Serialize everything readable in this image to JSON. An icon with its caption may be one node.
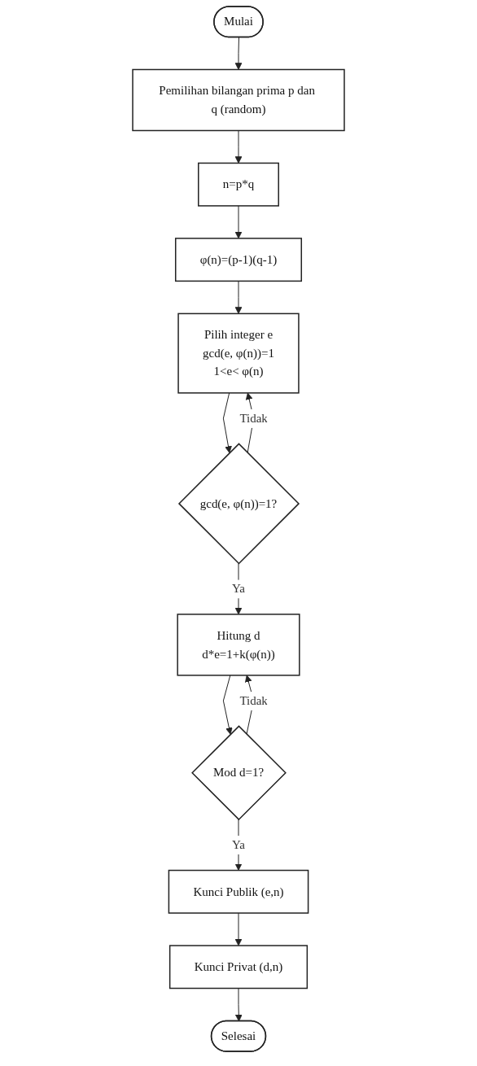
{
  "diagram": {
    "nodes": [
      {
        "text": [
          "Mulai"
        ]
      },
      {
        "text": [
          "Pemilihan bilangan prima p dan q (random)"
        ]
      },
      {
        "text": [
          "n=p*q"
        ]
      },
      {
        "text": [
          "φ(n)=(p-1)(q-1)"
        ]
      },
      {
        "text": [
          "Pilih integer e",
          "gcd(e, φ(n))=1",
          "1<e< φ(n)"
        ]
      },
      {
        "text": [
          "gcd(e, φ(n))=1?"
        ]
      },
      {
        "text": [
          "Hitung d",
          "d*e=1+k(φ(n))"
        ]
      },
      {
        "text": [
          "Mod d=1?"
        ]
      },
      {
        "text": [
          "Kunci Publik (e,n)"
        ]
      },
      {
        "text": [
          "Kunci Privat (d,n)"
        ]
      },
      {
        "text": [
          "Selesai"
        ]
      }
    ],
    "edges": [
      {
        "from": 0,
        "to": 1,
        "arrow": "to"
      },
      {
        "from": 1,
        "to": 2,
        "arrow": "to"
      },
      {
        "from": 2,
        "to": 3,
        "arrow": "to"
      },
      {
        "from": 3,
        "to": 4,
        "arrow": "to"
      },
      {
        "from": 4,
        "to": 5,
        "arrow": "to"
      },
      {
        "from": 5,
        "to": 4,
        "label": "Tidak",
        "arrow": "to"
      },
      {
        "from": 5,
        "to": 6,
        "label": "Ya",
        "arrow": "to"
      },
      {
        "from": 6,
        "to": 7,
        "arrow": "to"
      },
      {
        "from": 7,
        "to": 6,
        "label": "Tidak",
        "arrow": "to"
      },
      {
        "from": 7,
        "to": 8,
        "label": "Ya",
        "arrow": "to"
      },
      {
        "from": 8,
        "to": 9,
        "arrow": "to"
      },
      {
        "from": 9,
        "to": 10,
        "arrow": "to"
      }
    ]
  }
}
